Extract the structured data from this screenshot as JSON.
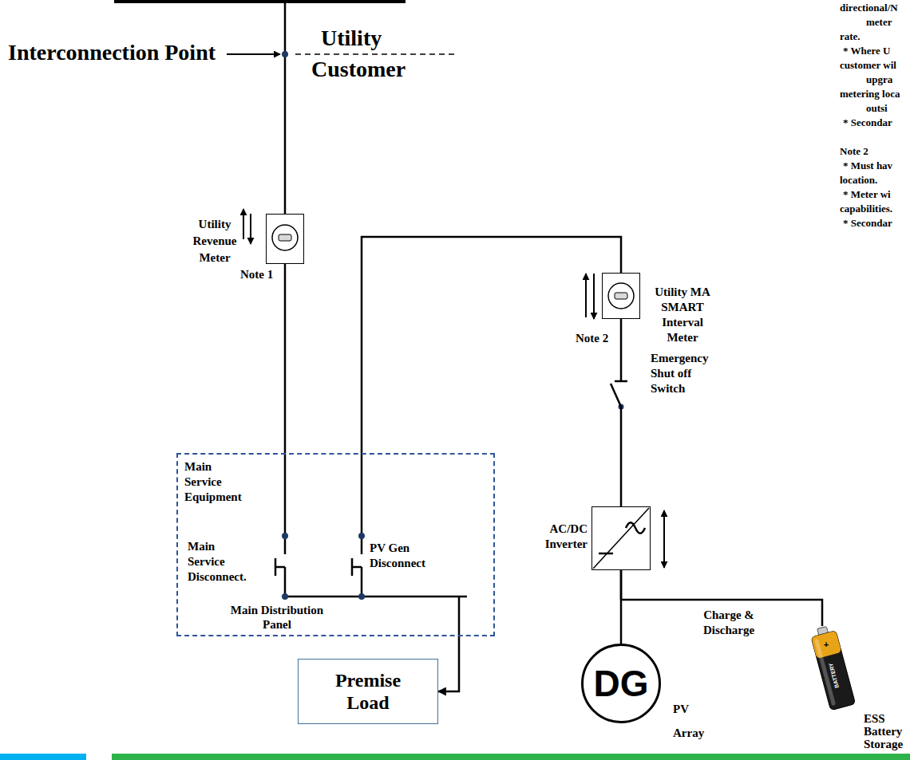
{
  "diagram": {
    "nodes": [
      {
        "text": [
          "Utility Revenue Meter",
          "Note 1"
        ]
      },
      {
        "text": [
          "Main Service Equipment",
          "Main Service Disconnect.",
          "PV Gen Disconnect",
          "Main Distribution Panel"
        ]
      },
      {
        "text": [
          "Premise Load"
        ]
      },
      {
        "text": [
          "Utility MA SMART Interval Meter",
          "Note 2"
        ]
      },
      {
        "text": [
          "AC/DC Inverter"
        ]
      },
      {
        "text": [
          "DG",
          "PV Array"
        ]
      },
      {
        "text": [
          "+",
          "BATTERY",
          "ESS Battery Storage"
        ]
      }
    ],
    "edges": [
      {
        "from": 0,
        "to": 1,
        "arrow": "none"
      },
      {
        "from": 1,
        "to": 2,
        "arrow": "to"
      },
      {
        "from": 3,
        "to": 1,
        "arrow": "none"
      },
      {
        "from": 3,
        "to": 4,
        "arrow": "none"
      },
      {
        "from": 4,
        "to": 5,
        "arrow": "none"
      },
      {
        "from": 4,
        "to": 6,
        "label": "Charge & Discharge",
        "arrow": "none"
      }
    ],
    "labels": [
      "Interconnection Point",
      "Utility",
      "Customer",
      "Emergency Shut off Switch",
      "directional/N",
      "meter",
      "rate.",
      "* Where U",
      "customer wil",
      "upgra",
      "metering loca",
      "outsi",
      "* Secondar",
      "Note 2",
      "* Must hav",
      "location.",
      "* Meter wi",
      "capabilities.",
      "* Secondar"
    ]
  }
}
